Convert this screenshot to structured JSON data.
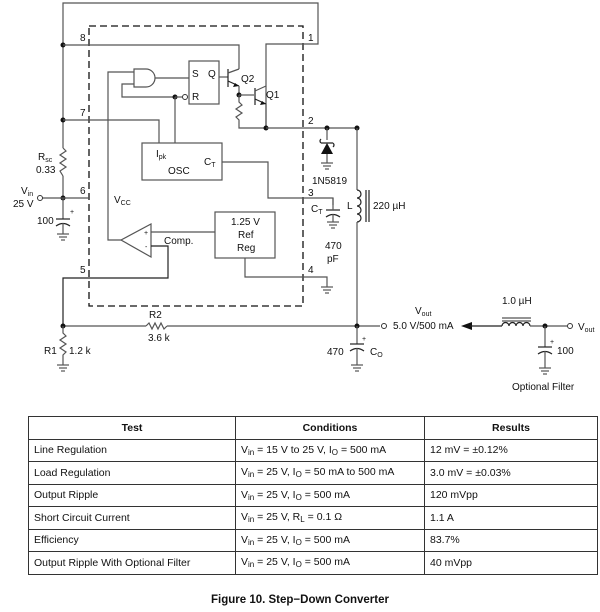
{
  "figure": {
    "caption": "Figure 10. Step−Down Converter"
  },
  "schematic": {
    "pins": [
      "1",
      "2",
      "3",
      "4",
      "5",
      "6",
      "7",
      "8"
    ],
    "blocks": {
      "latch": {
        "set": "S",
        "reset": "R",
        "output": "Q"
      },
      "oscillator": {
        "label": "OSC",
        "ipk_main": "I",
        "ipk_sub": "pk",
        "ct_main": "C",
        "ct_sub": "T"
      },
      "reference": {
        "line1": "1.25 V",
        "line2": "Ref",
        "line3": "Reg"
      },
      "comparator": {
        "label": "Comp.",
        "plus": "+",
        "minus": "-"
      },
      "vcc": {
        "main": "V",
        "sub": "CC"
      }
    },
    "transistors": {
      "driver": "Q2",
      "switch": "Q1"
    },
    "components": {
      "rsc": {
        "name_main": "R",
        "name_sub": "sc",
        "value": "0.33"
      },
      "input_cap": {
        "value": "100",
        "polarity": "+"
      },
      "diode": {
        "part": "1N5819"
      },
      "timing_cap": {
        "name_main": "C",
        "name_sub": "T",
        "value_line1": "470",
        "value_line2": "pF"
      },
      "inductor": {
        "name": "L",
        "value": "220 µH"
      },
      "r1": {
        "name": "R1",
        "value": "1.2 k"
      },
      "r2": {
        "name": "R2",
        "value": "3.6 k"
      },
      "output_cap": {
        "value": "470",
        "name_main": "C",
        "name_sub": "O",
        "polarity": "+"
      },
      "filter_inductor": {
        "value": "1.0 µH"
      },
      "filter_cap": {
        "value": "100",
        "polarity": "+"
      }
    },
    "terminals": {
      "vin": {
        "main": "V",
        "sub": "in",
        "value": "25 V"
      },
      "vout": {
        "main": "V",
        "sub": "out",
        "value": "5.0 V/500 mA"
      },
      "vout_filtered": {
        "main": "V",
        "sub": "out"
      }
    },
    "optional_filter_label": "Optional Filter"
  },
  "results_table": {
    "headers": [
      "Test",
      "Conditions",
      "Results"
    ],
    "rows": [
      {
        "test": "Line Regulation",
        "cond_a": "V",
        "cond_a_sub": "in",
        "cond_b": " = 15 V to 25 V, I",
        "cond_b_sub": "O",
        "cond_c": " = 500 mA",
        "result": "12 mV = ±0.12%"
      },
      {
        "test": "Load Regulation",
        "cond_a": "V",
        "cond_a_sub": "in",
        "cond_b": " = 25 V, I",
        "cond_b_sub": "O",
        "cond_c": " = 50 mA to 500 mA",
        "result": "3.0 mV = ±0.03%"
      },
      {
        "test": "Output Ripple",
        "cond_a": "V",
        "cond_a_sub": "in",
        "cond_b": " = 25 V, I",
        "cond_b_sub": "O",
        "cond_c": " = 500 mA",
        "result": "120 mVpp"
      },
      {
        "test": "Short Circuit Current",
        "cond_a": "V",
        "cond_a_sub": "in",
        "cond_b": " = 25 V, R",
        "cond_b_sub": "L",
        "cond_c": " = 0.1 Ω",
        "result": "1.1 A"
      },
      {
        "test": "Efficiency",
        "cond_a": "V",
        "cond_a_sub": "in",
        "cond_b": " = 25 V, I",
        "cond_b_sub": "O",
        "cond_c": " = 500 mA",
        "result": "83.7%"
      },
      {
        "test": "Output Ripple With Optional Filter",
        "cond_a": "V",
        "cond_a_sub": "in",
        "cond_b": " = 25 V, I",
        "cond_b_sub": "O",
        "cond_c": " = 500 mA",
        "result": "40 mVpp"
      }
    ]
  }
}
